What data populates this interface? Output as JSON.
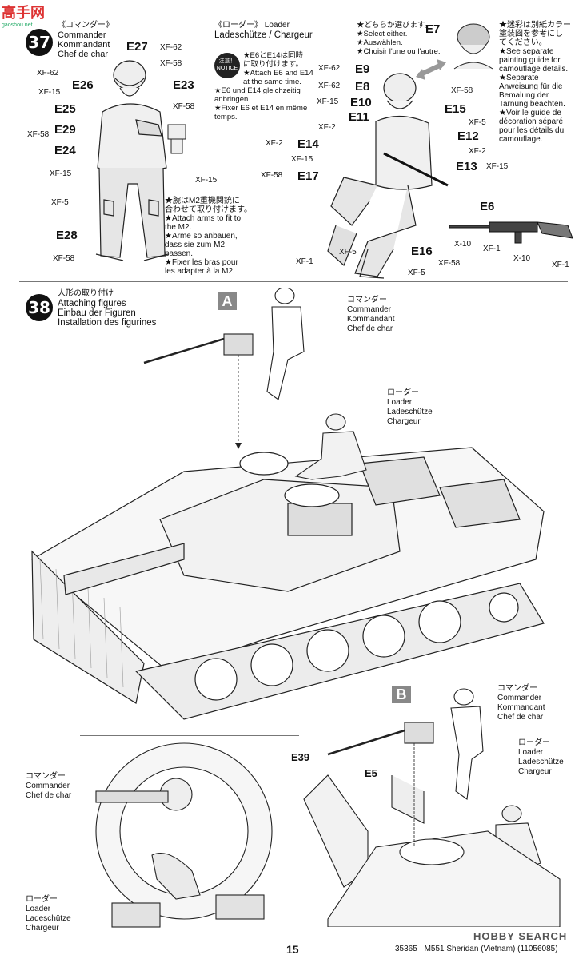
{
  "watermark": {
    "logo": "高手网",
    "url": "gaoshou.net"
  },
  "step37": {
    "number": "37",
    "commander": {
      "ja": "《コマンダー》",
      "en": "Commander",
      "de": "Kommandant",
      "fr": "Chef de char"
    },
    "loader": {
      "ja": "《ローダー》",
      "en_de": "Loader",
      "de_fr": "Ladeschütze / Chargeur"
    },
    "notice_badge": {
      "ja": "注意！",
      "en": "NOTICE"
    },
    "notice_text": [
      "★E6とE14は同時",
      "に取り付けます。",
      "★Attach E6 and E14",
      "at the same time.",
      "★E6 und E14 gleichzeitig",
      "anbringen.",
      "★Fixer E6 et E14 en même",
      "temps."
    ],
    "arms_note": [
      "★腕はM2重機関銃に",
      "合わせて取り付けます。",
      "★Attach arms to fit to",
      "the M2.",
      "★Arme so anbauen,",
      "dass sie zum M2",
      "passen.",
      "★Fixer les bras pour",
      "les adapter à la M2."
    ],
    "select_note": [
      "★どちらか選びます。",
      "★Select either.",
      "★Auswählen.",
      "★Choisir l'une ou l'autre."
    ],
    "camo_note": [
      "★迷彩は別紙カラー",
      "塗装図を参考にし",
      "てください。",
      "★See separate",
      "painting guide for",
      "camouflage details.",
      "★Separate",
      "Anweisung für die",
      "Bemalung der",
      "Tarnung beachten.",
      "★Voir le guide de",
      "décoration séparé",
      "pour les détails du",
      "camouflage."
    ],
    "commander_parts": [
      {
        "id": "E27",
        "color": "XF-62"
      },
      {
        "id": "E26",
        "color": "XF-62"
      },
      {
        "id": "E25",
        "color": "XF-15"
      },
      {
        "id": "E29",
        "color": ""
      },
      {
        "id": "E24",
        "color": "XF-58"
      },
      {
        "id": "E23",
        "color": "XF-58"
      },
      {
        "id": "E28",
        "color": "XF-58"
      }
    ],
    "commander_colors": [
      "XF-58",
      "XF-15",
      "XF-15",
      "XF-5"
    ],
    "loader_parts": [
      {
        "id": "E7"
      },
      {
        "id": "E9",
        "color": "XF-62"
      },
      {
        "id": "E8",
        "color": "XF-62"
      },
      {
        "id": "E10",
        "color": "XF-15"
      },
      {
        "id": "E11"
      },
      {
        "id": "E14",
        "color": "XF-2"
      },
      {
        "id": "E17",
        "color": "XF-58"
      },
      {
        "id": "E15"
      },
      {
        "id": "E12"
      },
      {
        "id": "E13",
        "color": "XF-15"
      },
      {
        "id": "E6"
      },
      {
        "id": "E16",
        "color": "XF-58"
      }
    ],
    "loader_colors": [
      "XF-58",
      "XF-5",
      "XF-2",
      "XF-2",
      "XF-15",
      "XF-5",
      "XF-1",
      "XF-5"
    ],
    "rifle_colors": [
      "X-10",
      "XF-1",
      "X-10",
      "XF-1"
    ]
  },
  "step38": {
    "number": "38",
    "title_ja": "人形の取り付け",
    "title_en": "Attaching figures",
    "title_de": "Einbau der Figuren",
    "title_fr": "Installation des figurines",
    "tag_a": "A",
    "tag_b": "B",
    "commander_label": {
      "ja": "コマンダー",
      "en": "Commander",
      "de": "Kommandant",
      "fr": "Chef de char"
    },
    "loader_label": {
      "ja": "ローダー",
      "en": "Loader",
      "de": "Ladeschütze",
      "fr": "Chargeur"
    },
    "parts_b": [
      "E39",
      "E5"
    ]
  },
  "footer": {
    "page": "15",
    "code": "35365",
    "title": "M551 Sheridan (Vietnam) (11056085)",
    "brand": "HOBBY SEARCH"
  }
}
